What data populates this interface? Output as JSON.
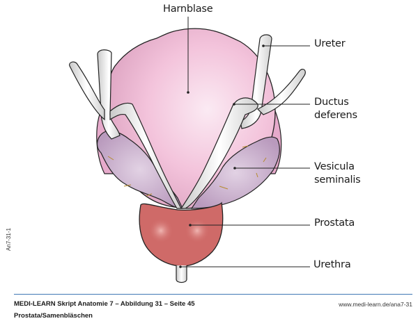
{
  "figure": {
    "title": "Prostata/Samenbläschen",
    "side_id": "An7-31-1",
    "labels": {
      "harnblase": "Harnblase",
      "ureter": "Ureter",
      "ductus": "Ductus\ndeferens",
      "vesicula": "Vesicula\nseminalis",
      "prostata": "Prostata",
      "urethra": "Urethra"
    },
    "colors": {
      "bladder": "#f4c6dc",
      "vesicula": "#cbb0cc",
      "prostata": "#cf6a68",
      "duct": "#e8e8e8",
      "outline": "#222222",
      "footer_rule": "#3f78b5"
    }
  },
  "footer": {
    "source": "MEDI-LEARN Skript Anatomie 7 – Abbildung 31 – Seite 45",
    "subtitle": "Prostata/Samenbläschen",
    "url": "www.medi-learn.de/ana7-31"
  }
}
